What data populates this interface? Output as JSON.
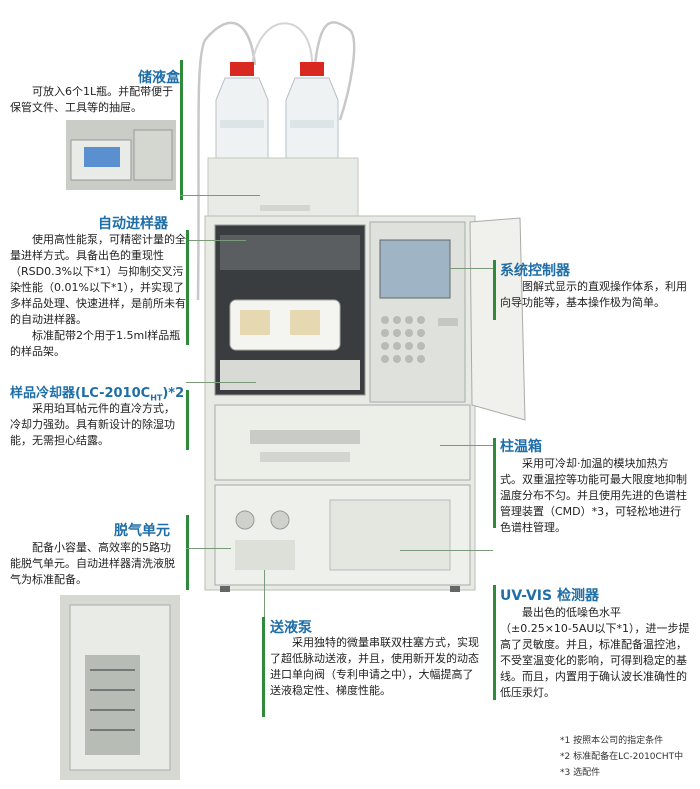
{
  "sections": {
    "reservoir": {
      "title": "储液盒",
      "text": [
        "可放入6个1L瓶。并配带便于保管文件、工具等的抽屉。"
      ]
    },
    "autosampler": {
      "title": "自动进样器",
      "text": [
        "使用高性能泵，可精密计量的全量进样方式。具备出色的重现性（RSD0.3%以下*1）与抑制交叉污染性能（0.01%以下*1），并实现了多样品处理、快速进样，是前所未有的自动进样器。",
        "标准配带2个用于1.5ml样品瓶的样品架。"
      ]
    },
    "cooler": {
      "title": "样品冷却器(LC-2010C",
      "title_sub": "HT",
      "title_sup": ")*2",
      "text": [
        "采用珀耳帖元件的直冷方式，冷却力强劲。具有新设计的除湿功能，无需担心结露。"
      ]
    },
    "degasser": {
      "title": "脱气单元",
      "text": [
        "配备小容量、高效率的5路功能脱气单元。自动进样器清洗液脱气为标准配备。"
      ]
    },
    "controller": {
      "title": "系统控制器",
      "text": [
        "图解式显示的直观操作体系，利用向导功能等，基本操作极为简单。"
      ]
    },
    "oven": {
      "title": "柱温箱",
      "text": [
        "采用可冷却·加温的模块加热方式。双重温控等功能可最大限度地抑制温度分布不匀。并且使用先进的色谱柱管理装置（CMD）*3，可轻松地进行色谱柱管理。"
      ]
    },
    "pump": {
      "title": "送液泵",
      "text": [
        "采用独特的微量串联双柱塞方式，实现了超低脉动送液，并且，使用新开发的动态进口单向阀（专利申请之中），大幅提高了送液稳定性、梯度性能。"
      ]
    },
    "detector": {
      "title": "UV-VIS 检测器",
      "text": [
        "最出色的低噪色水平（±0.25×10-5AU以下*1），进一步提高了灵敏度。并且，标准配备温控池，不受室温变化的影响，可得到稳定的基线。而且，内置用于确认波长准确性的低压汞灯。"
      ]
    }
  },
  "footnotes": [
    "*1 按照本公司的指定条件",
    "*2 标准配备在LC-2010CHT中",
    "*3 选配件"
  ],
  "colors": {
    "heading": "#1f6ea8",
    "bar": "#2f8a3c",
    "bottle_cap": "#d8281f",
    "screen": "#9fb4c4"
  }
}
